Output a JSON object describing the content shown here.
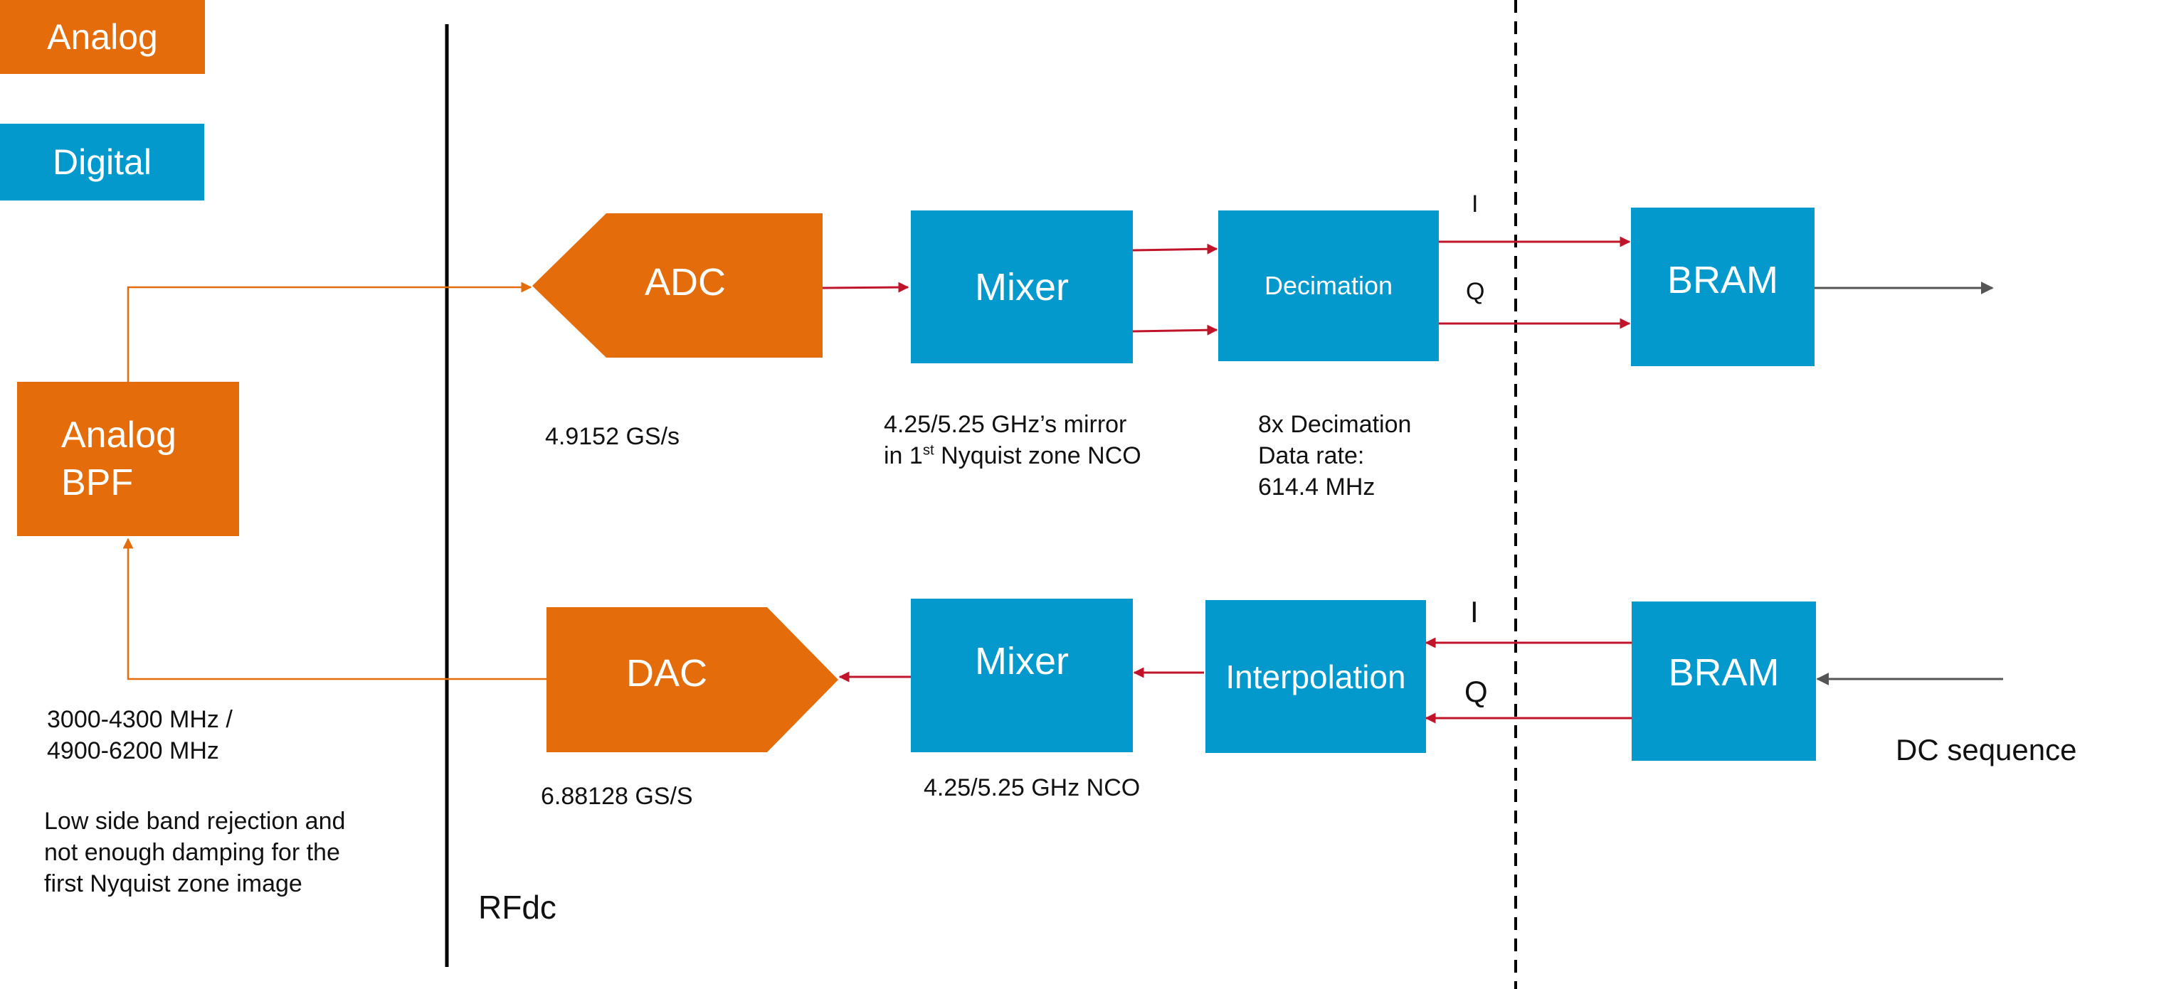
{
  "legend": {
    "analog": "Analog",
    "digital": "Digital"
  },
  "colors": {
    "analog": "#e46c0a",
    "digital": "#0399cc",
    "signal_path": "#c0142a",
    "io_arrow": "#555555"
  },
  "blocks": {
    "analog_bpf": [
      "Analog",
      "BPF"
    ],
    "adc": "ADC",
    "mixer_rx": "Mixer",
    "decimation": "Decimation",
    "bram_rx": "BRAM",
    "dac": "DAC",
    "mixer_tx": "Mixer",
    "interpolation": "Interpolation",
    "bram_tx": "BRAM"
  },
  "signals": {
    "i_rx": "I",
    "q_rx": "Q",
    "i_tx": "I",
    "q_tx": "Q"
  },
  "annotations": {
    "adc_rate": "4.9152 GS/s",
    "mixer_rx_nco_prefix": "4.25/5.25 GHz’s mirror",
    "mixer_rx_nco_line2_a": "in 1",
    "mixer_rx_nco_line2_sup": "st",
    "mixer_rx_nco_line2_b": " Nyquist zone NCO",
    "decimation_info": [
      "8x Decimation",
      "Data rate:",
      "614.4 MHz"
    ],
    "dac_rate": "6.88128 GS/S",
    "mixer_tx_nco": "4.25/5.25 GHz NCO",
    "bpf_range": [
      "3000-4300 MHz /",
      "4900-6200 MHz"
    ],
    "bpf_note": [
      "Low side band rejection and",
      "not enough damping for the",
      "first Nyquist zone image"
    ],
    "rfdc_label": "RFdc",
    "dc_sequence": "DC sequence"
  }
}
